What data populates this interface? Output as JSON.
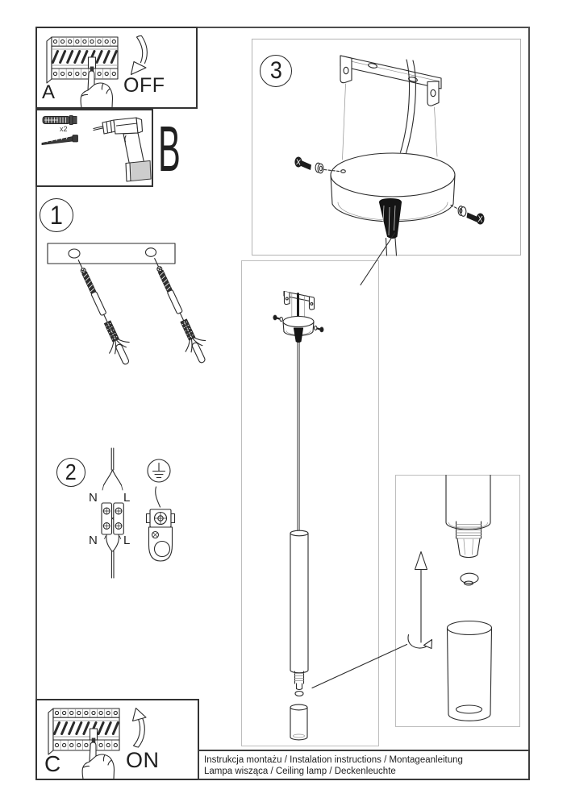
{
  "panels": {
    "a": {
      "label": "A",
      "action": "OFF"
    },
    "b": {
      "label": "B",
      "quantity_note": "x2"
    },
    "c": {
      "label": "C",
      "action": "ON"
    }
  },
  "steps": {
    "step1": {
      "number": "1"
    },
    "step2": {
      "number": "2",
      "terminal_labels": {
        "top_left": "N",
        "top_right": "L",
        "bottom_left": "N",
        "bottom_right": "L"
      }
    },
    "step3": {
      "number": "3"
    }
  },
  "footer": {
    "line1": "Instrukcja montażu / Instalation instructions / Montageanleitung",
    "line2": "Lampa wisząca / Ceiling lamp / Deckenleuchte"
  },
  "colors": {
    "ink": "#2b2b2b",
    "frame_border": "#4e4e4e",
    "panel_border": "#333333",
    "light_border": "#bdbdbd",
    "background": "#ffffff"
  }
}
